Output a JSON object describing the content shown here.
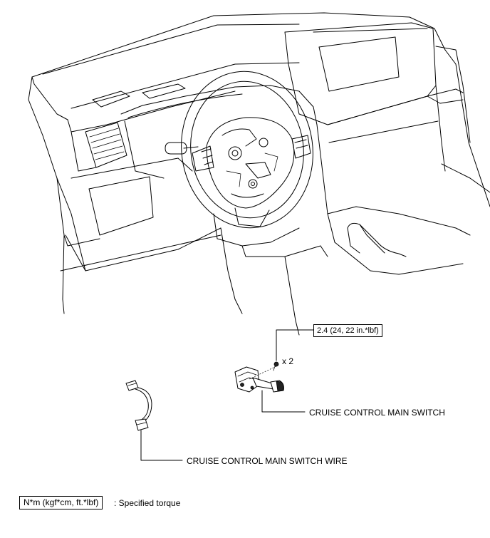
{
  "callouts": {
    "torque_value": "2.4 (24, 22 in.*lbf)",
    "quantity": "x 2",
    "switch_label": "CRUISE CONTROL MAIN SWITCH",
    "wire_label": "CRUISE CONTROL MAIN SWITCH WIRE"
  },
  "legend": {
    "torque_units": "N*m (kgf*cm, ft.*lbf)",
    "description": ": Specified torque"
  }
}
